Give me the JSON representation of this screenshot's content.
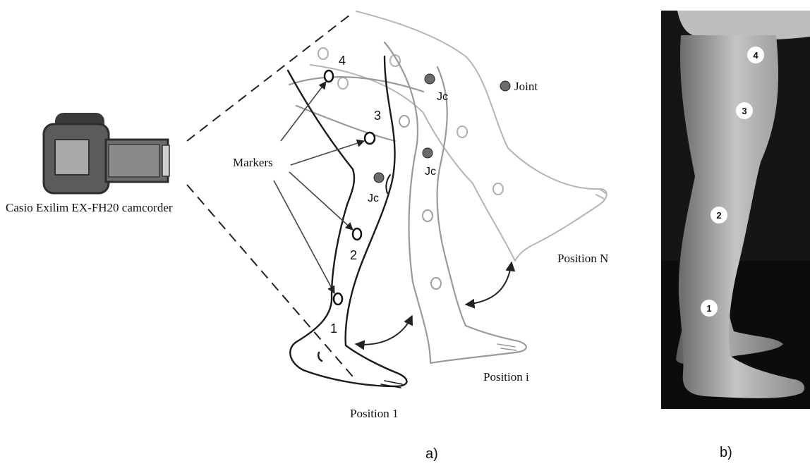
{
  "panel_a": {
    "camera_label": "Casio Exilim EX-FH20 camcorder",
    "markers_label": "Markers",
    "marker_numbers": [
      "4",
      "3",
      "2",
      "1"
    ],
    "joint_center_label": "Jc",
    "legend_joint_label": "Joint",
    "position_labels": [
      "Position 1",
      "Position i",
      "Position N"
    ],
    "panel_label": "a)"
  },
  "panel_b": {
    "marker_numbers": [
      "4",
      "3",
      "2",
      "1"
    ],
    "panel_label": "b)"
  },
  "colors": {
    "joint_fill": "#6b6b6b",
    "leg_dark": "#1a1a1a",
    "leg_grey": "#9a9a9a",
    "leg_light": "#bdbdbd",
    "photo_background": "#141414",
    "skin": "#b0b0b0"
  }
}
